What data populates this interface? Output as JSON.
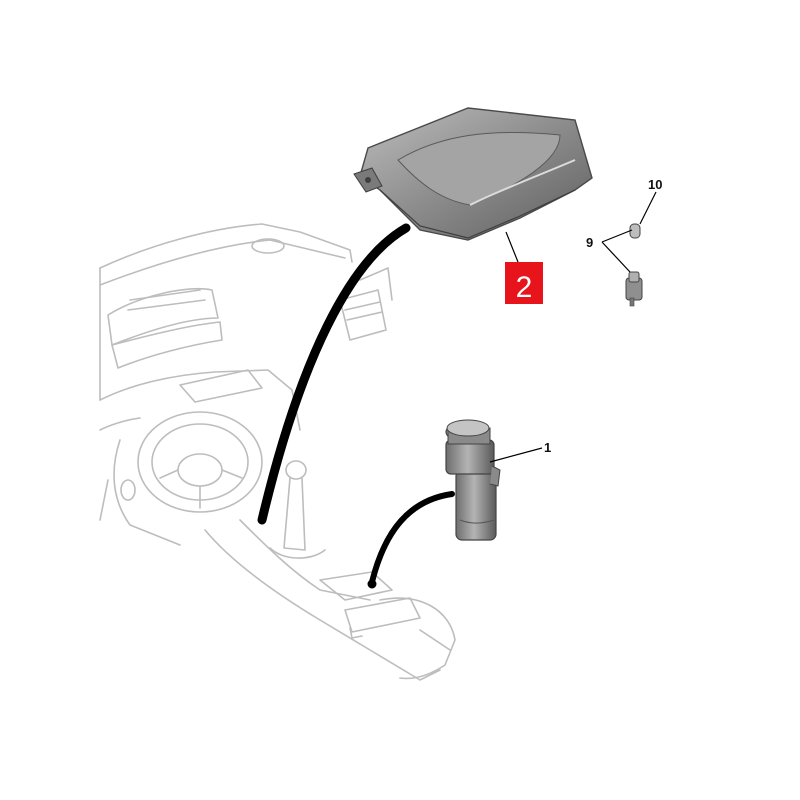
{
  "callouts": {
    "c1": "1",
    "c2": "2",
    "c9": "9",
    "c10": "10"
  },
  "colors": {
    "highlight_box": "#e8141b",
    "line_art": "#b8b8b8",
    "part_fill": "#8f8f8f",
    "leader": "#000000"
  }
}
